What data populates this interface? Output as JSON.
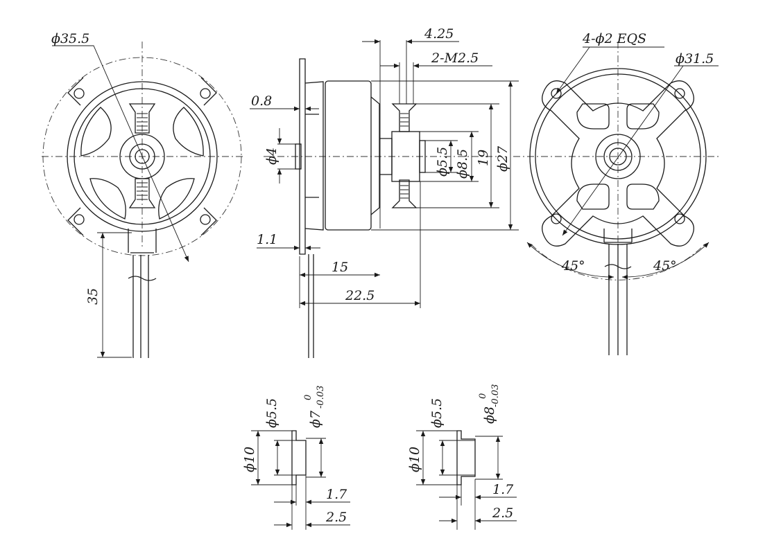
{
  "diagram": {
    "front_view": {
      "dia_outer": "ϕ35.5",
      "lead_length": "35"
    },
    "side_view": {
      "d_4_25": "4.25",
      "d_m25": "2-M2.5",
      "d_0_8": "0.8",
      "d_phi4": "ϕ4",
      "d_phi5_5": "ϕ5.5",
      "d_phi8_5": "ϕ8.5",
      "d_19": "19",
      "d_phi27": "ϕ27",
      "d_1_1": "1.1",
      "d_15": "15",
      "d_22_5": "22.5"
    },
    "rear_view": {
      "holes": "4-ϕ2  EQS",
      "dia": "ϕ31.5",
      "angle_left": "45°",
      "angle_right": "45°"
    },
    "adapter_a": {
      "inner": "ϕ5.5",
      "outer_base": "ϕ7",
      "outer_tol_upper": "0",
      "outer_tol_lower": "-0.03",
      "flange": "ϕ10",
      "t1": "1.7",
      "t2": "2.5"
    },
    "adapter_b": {
      "inner": "ϕ5.5",
      "outer_base": "ϕ8",
      "outer_tol_upper": "0",
      "outer_tol_lower": "-0.03",
      "flange": "ϕ10",
      "t1": "1.7",
      "t2": "2.5"
    }
  }
}
